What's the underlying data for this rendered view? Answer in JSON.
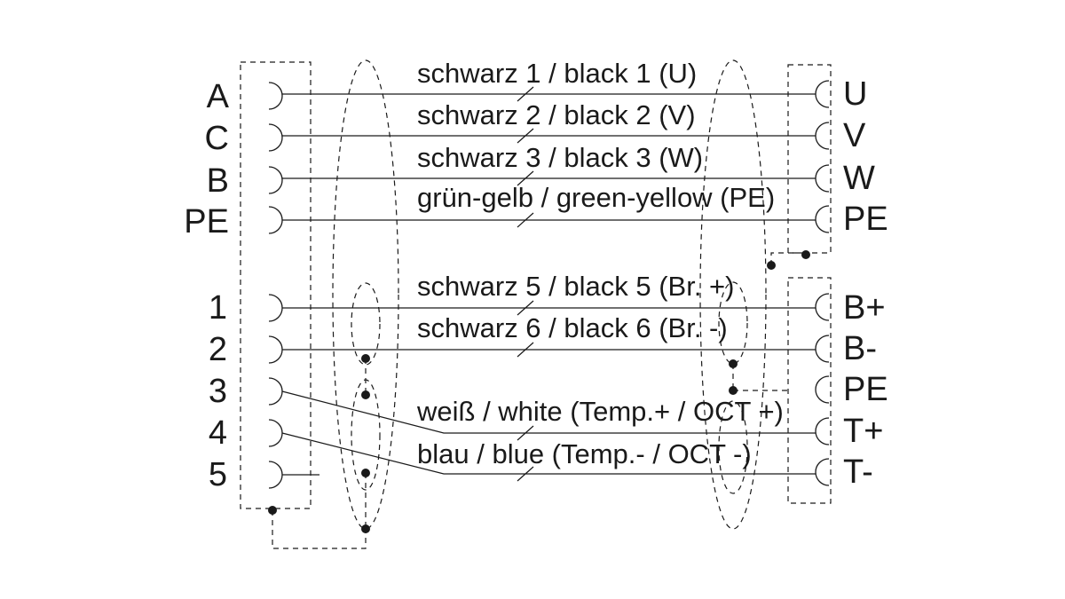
{
  "diagram": {
    "left_pins_top": [
      "A",
      "C",
      "B",
      "PE"
    ],
    "left_pins_bottom": [
      "1",
      "2",
      "3",
      "4",
      "5"
    ],
    "right_pins_top": [
      "U",
      "V",
      "W",
      "PE"
    ],
    "right_pins_bottom": [
      "B+",
      "B-",
      "PE",
      "T+",
      "T-"
    ],
    "wires": [
      "schwarz 1 / black 1 (U)",
      "schwarz 2  / black 2 (V)",
      "schwarz 3 / black 3 (W)",
      "grün-gelb / green-yellow (PE)",
      "schwarz 5 / black 5 (Br. +)",
      "schwarz 6 / black 6 (Br. -)",
      "weiß / white (Temp.+ / OCT +)",
      "blau / blue (Temp.- / OCT -)"
    ]
  }
}
